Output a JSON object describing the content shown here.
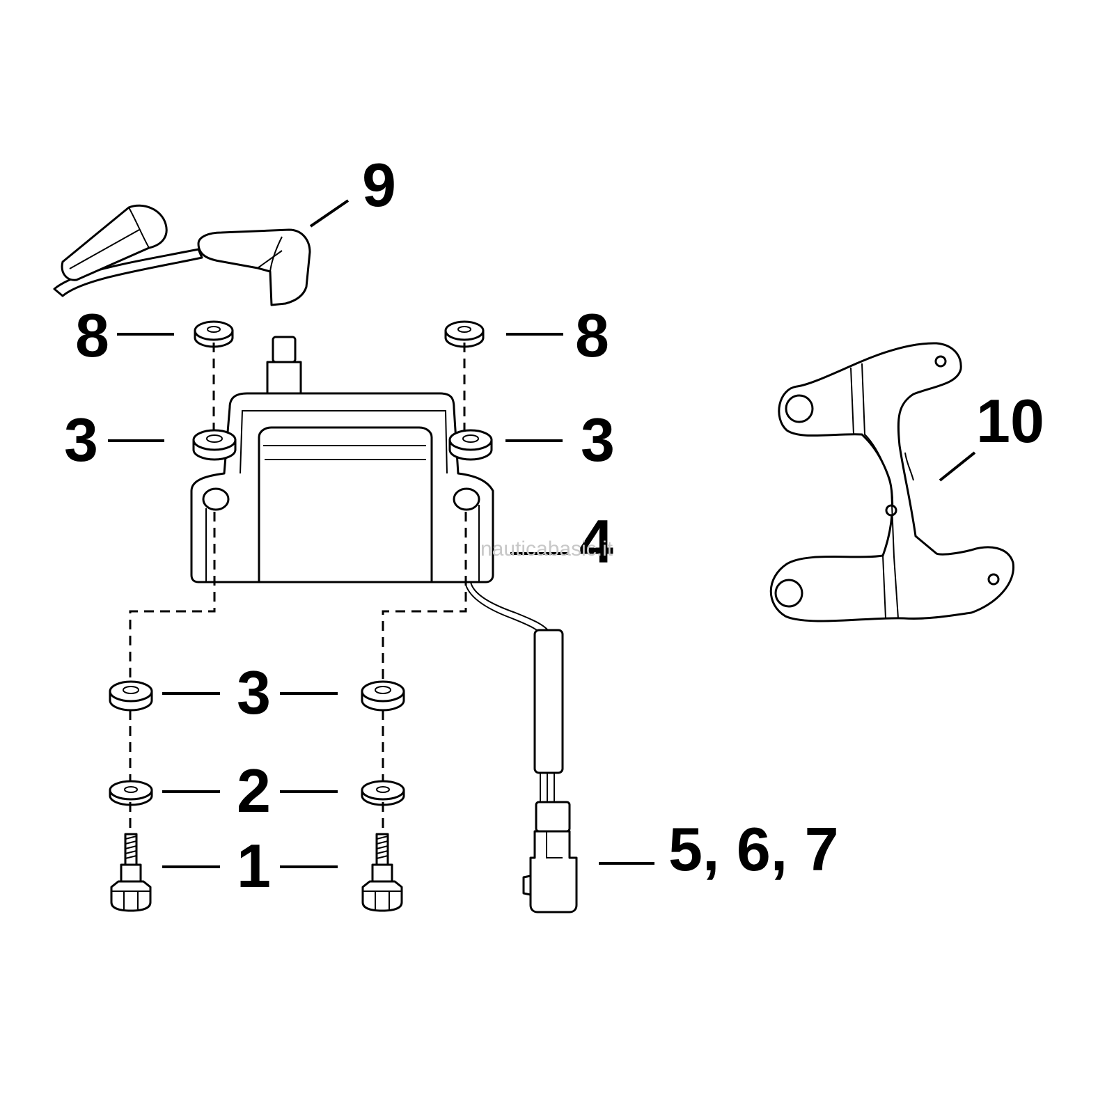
{
  "callouts": {
    "c1": "1",
    "c2": "2",
    "c3_left": "3",
    "c3_right": "3",
    "c3_lower": "3",
    "c4": "4",
    "c567": "5, 6, 7",
    "c8_left": "8",
    "c8_right": "8",
    "c9": "9",
    "c10": "10"
  },
  "watermark": "nauticabasic.it",
  "colors": {
    "line": "#000000",
    "background": "#ffffff",
    "watermark": "#c8c8c8"
  }
}
